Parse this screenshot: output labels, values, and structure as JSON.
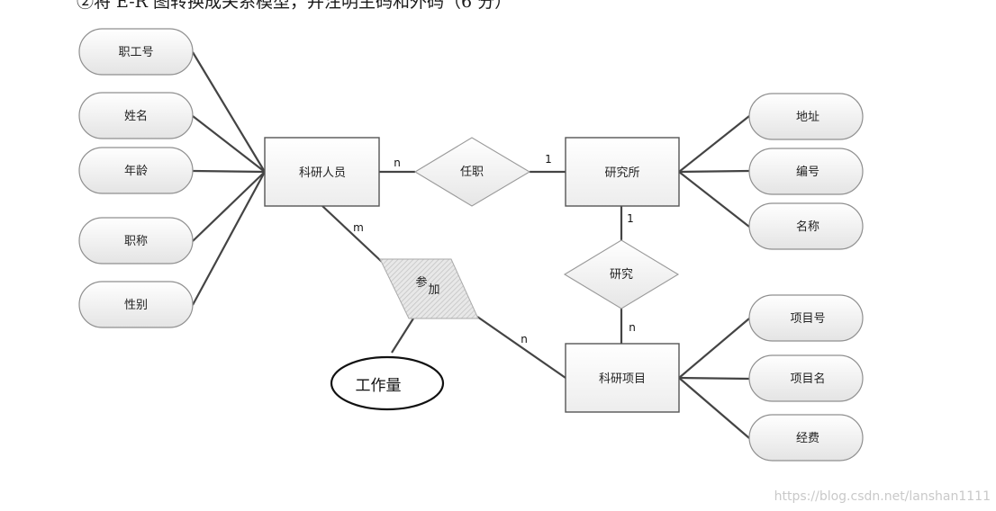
{
  "heading": "②将 E-R 图转换成关系模型，并注明主码和外码（6 分）",
  "entities": {
    "researcher": "科研人员",
    "institute": "研究所",
    "project": "科研项目"
  },
  "relationships": {
    "appointment": "任职",
    "research": "研究",
    "participate_a": "参",
    "participate_b": "加"
  },
  "attributes": {
    "researcher": [
      "职工号",
      "姓名",
      "年龄",
      "职称",
      "性别"
    ],
    "institute": [
      "地址",
      "编号",
      "名称"
    ],
    "project": [
      "项目号",
      "项目名",
      "经费"
    ],
    "participate": "工作量"
  },
  "cardinalities": {
    "researcher_appointment": "n",
    "appointment_institute": "1",
    "institute_research": "1",
    "research_project": "n",
    "researcher_participate": "m",
    "participate_project": "n"
  },
  "watermark": "https://blog.csdn.net/lanshan1111"
}
